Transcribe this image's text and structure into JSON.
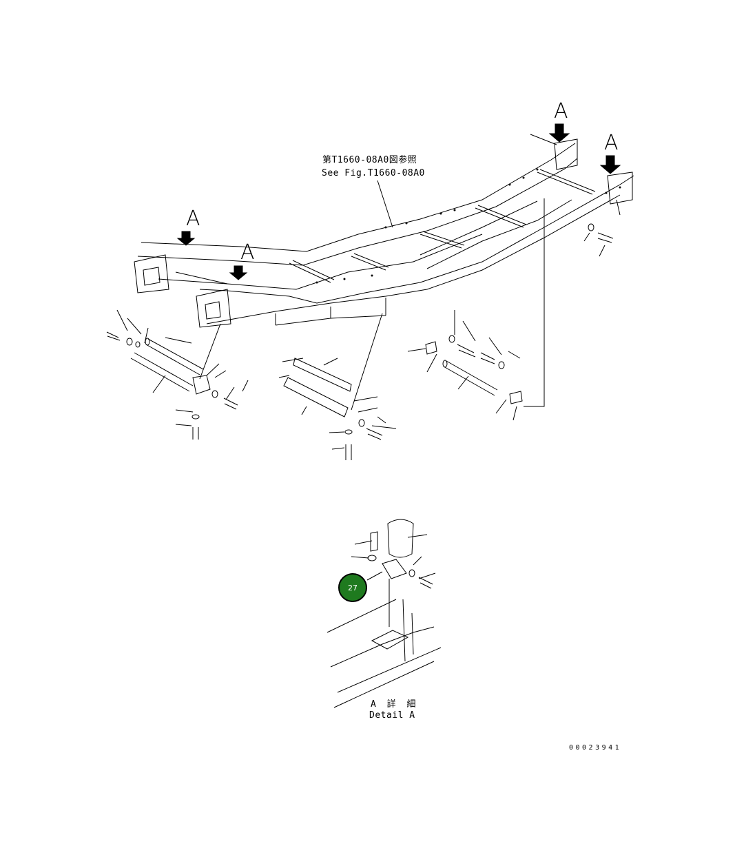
{
  "reference": {
    "line_jp": "第T1660-08A0図参照",
    "line_en": "See Fig.T1660-08A0"
  },
  "view_labels": [
    "A",
    "A",
    "A",
    "A"
  ],
  "detail": {
    "line_jp": "A 詳 細",
    "line_en": "Detail A"
  },
  "callout": {
    "number": "27",
    "color": "#1f7a1f"
  },
  "drawing_code": "00023941"
}
